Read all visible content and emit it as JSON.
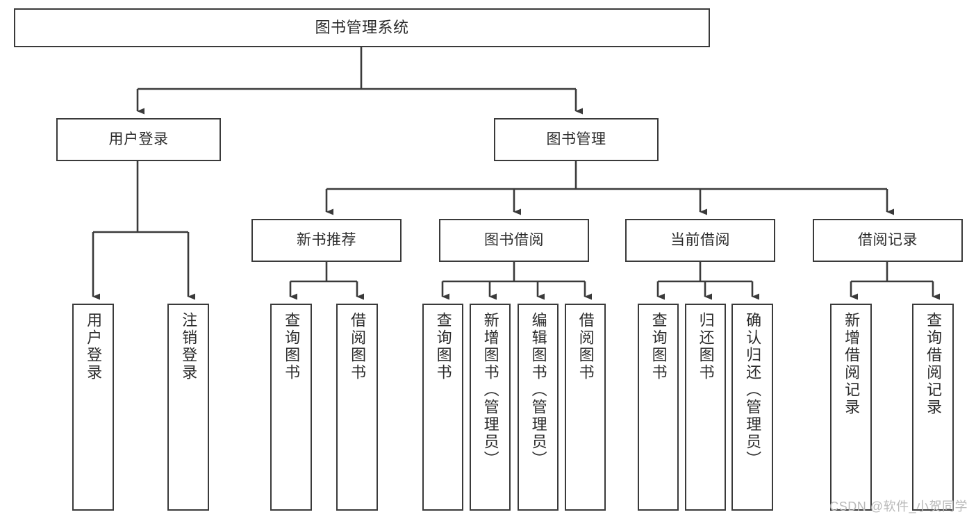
{
  "diagram": {
    "type": "tree-hierarchy-chart",
    "title": "图书管理系统",
    "watermark": "CSDN @软件_小贺同学",
    "style": {
      "box_border_color": "#3a3a3a",
      "box_fill_color": "#ffffff",
      "connector_color": "#3a3a3a",
      "text_color": "#2b2b2b",
      "background": "#ffffff"
    },
    "nodes": {
      "root": {
        "label": "图书管理系统"
      },
      "level2": [
        {
          "label": "用户登录"
        },
        {
          "label": "图书管理"
        }
      ],
      "level3": [
        {
          "label": "新书推荐"
        },
        {
          "label": "图书借阅"
        },
        {
          "label": "当前借阅"
        },
        {
          "label": "借阅记录"
        }
      ],
      "leaves": {
        "user_login": [
          {
            "label": "用户登录"
          },
          {
            "label": "注销登录"
          }
        ],
        "new_book_recommend": [
          {
            "label": "查询图书"
          },
          {
            "label": "借阅图书"
          }
        ],
        "book_borrow": [
          {
            "label": "查询图书"
          },
          {
            "label": "新增图书（管理员）"
          },
          {
            "label": "编辑图书（管理员）"
          },
          {
            "label": "借阅图书"
          }
        ],
        "current_borrow": [
          {
            "label": "查询图书"
          },
          {
            "label": "归还图书"
          },
          {
            "label": "确认归还（管理员）"
          }
        ],
        "borrow_record": [
          {
            "label": "新增借阅记录"
          },
          {
            "label": "查询借阅记录"
          }
        ]
      }
    }
  }
}
